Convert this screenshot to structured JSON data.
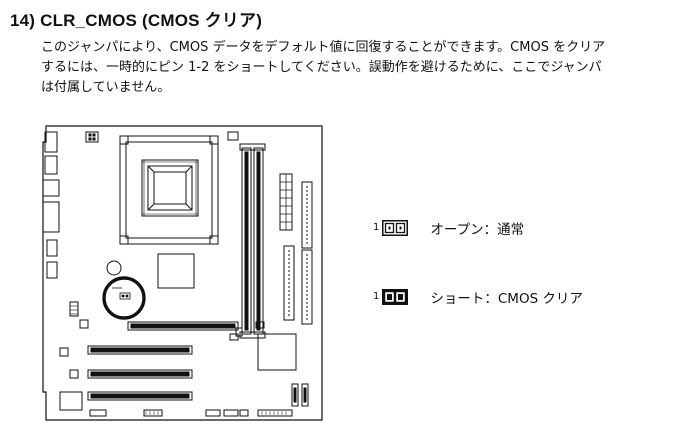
{
  "section": {
    "title": "14) CLR_CMOS (CMOS クリア)",
    "description_lines": [
      "このジャンパにより、CMOS データをデフォルト値に回復することができます。CMOS をクリア",
      "するには、一時的にピン 1-2 をショートしてください。誤動作を避けるために、ここでジャンパ",
      "は付属していません。"
    ]
  },
  "legend": {
    "open": {
      "pin_label": "1",
      "text": "オープン：通常"
    },
    "short": {
      "pin_label": "1",
      "text": "ショート：CMOS クリア"
    }
  },
  "colors": {
    "ink": "#111111",
    "background": "#ffffff"
  },
  "icons": {
    "board": "motherboard-diagram",
    "open_jumper": "jumper-open-icon",
    "short_jumper": "jumper-short-icon"
  }
}
